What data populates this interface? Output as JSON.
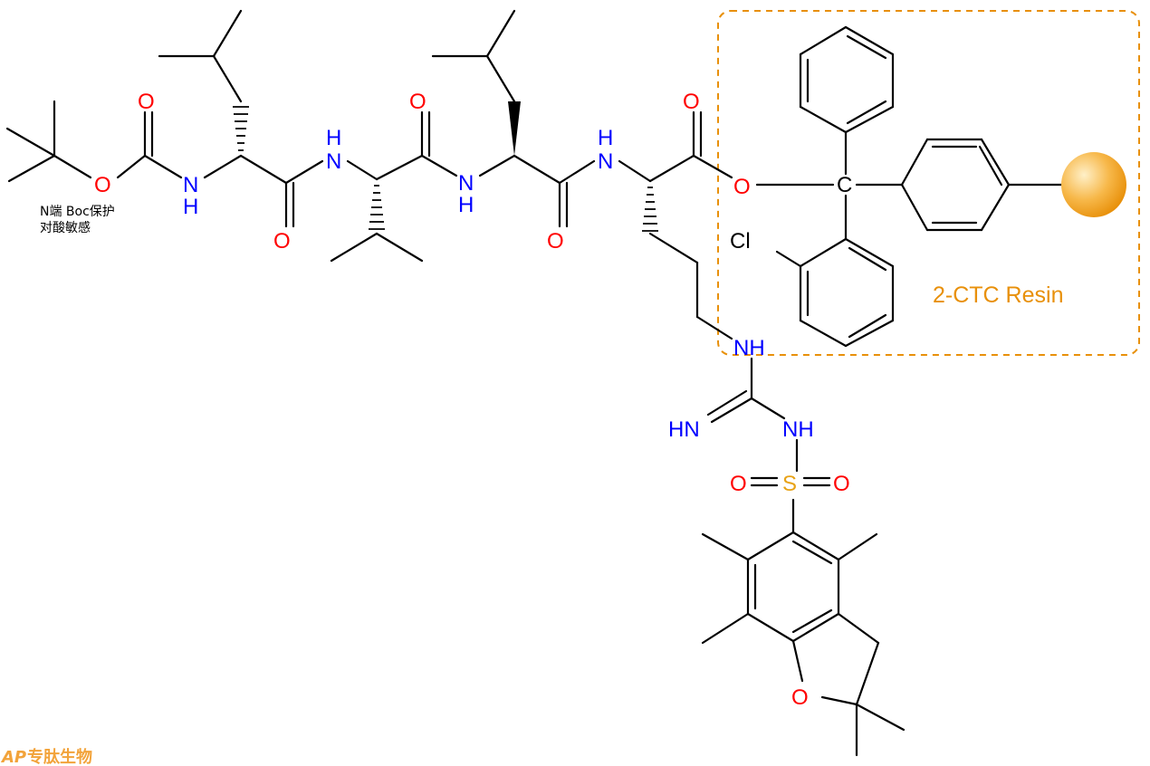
{
  "colors": {
    "bond": "#000000",
    "nitrogen": "#0000FF",
    "oxygen": "#FF0000",
    "sulfur": "#E8A317",
    "resin": "#E8900A",
    "resin_bead_light": "#FFE4A8",
    "resin_bead_dark": "#F0A020",
    "logo": "#F2A33A"
  },
  "annotations": {
    "boc_note_line1": "N端 Boc保护",
    "boc_note_line2": "对酸敏感",
    "resin_label": "2-CTC Resin"
  },
  "atoms": {
    "n_amide_1": "N",
    "h_amide_1": "H",
    "n_amide_2": "N",
    "h_amide_2": "H",
    "n_amide_3": "N",
    "h_amide_3": "H",
    "n_amide_4": "N",
    "h_amide_4": "H",
    "o_boc_carbonyl": "O",
    "o_boc_ester": "O",
    "o_leu1_carbonyl": "O",
    "o_val_carbonyl": "O",
    "o_leu2_carbonyl": "O",
    "o_arg_carbonyl": "O",
    "o_ester_link": "O",
    "c_trityl": "C",
    "cl_atom": "Cl",
    "nh_guan_1": "NH",
    "hn_guan_imine": "HN",
    "nh_guan_2": "NH",
    "s_sulfonyl": "S",
    "o_sulfonyl_left": "O",
    "o_sulfonyl_right": "O",
    "o_furan": "O"
  },
  "logo": {
    "mark": "AP",
    "text": "专肽生物"
  }
}
